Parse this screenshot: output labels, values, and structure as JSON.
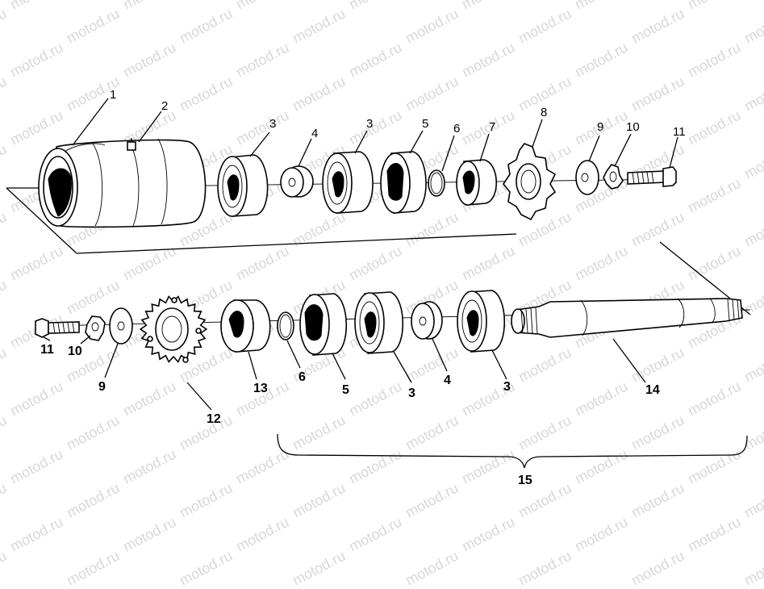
{
  "watermark": "motod.ru",
  "upper_row": {
    "callouts": [
      {
        "id": "u1",
        "text": "1"
      },
      {
        "id": "u2",
        "text": "2"
      },
      {
        "id": "u3a",
        "text": "3"
      },
      {
        "id": "u4",
        "text": "4"
      },
      {
        "id": "u3b",
        "text": "3"
      },
      {
        "id": "u5",
        "text": "5"
      },
      {
        "id": "u6",
        "text": "6"
      },
      {
        "id": "u7",
        "text": "7"
      },
      {
        "id": "u8",
        "text": "8"
      },
      {
        "id": "u9",
        "text": "9"
      },
      {
        "id": "u10",
        "text": "10"
      },
      {
        "id": "u11",
        "text": "11"
      }
    ]
  },
  "lower_row": {
    "callouts": [
      {
        "id": "l11",
        "text": "11"
      },
      {
        "id": "l10",
        "text": "10"
      },
      {
        "id": "l9",
        "text": "9"
      },
      {
        "id": "l12",
        "text": "12"
      },
      {
        "id": "l13",
        "text": "13"
      },
      {
        "id": "l6",
        "text": "6"
      },
      {
        "id": "l5",
        "text": "5"
      },
      {
        "id": "l3a",
        "text": "3"
      },
      {
        "id": "l4",
        "text": "4"
      },
      {
        "id": "l3b",
        "text": "3"
      },
      {
        "id": "l14",
        "text": "14"
      }
    ]
  },
  "assembly_bracket": {
    "label": "15"
  }
}
